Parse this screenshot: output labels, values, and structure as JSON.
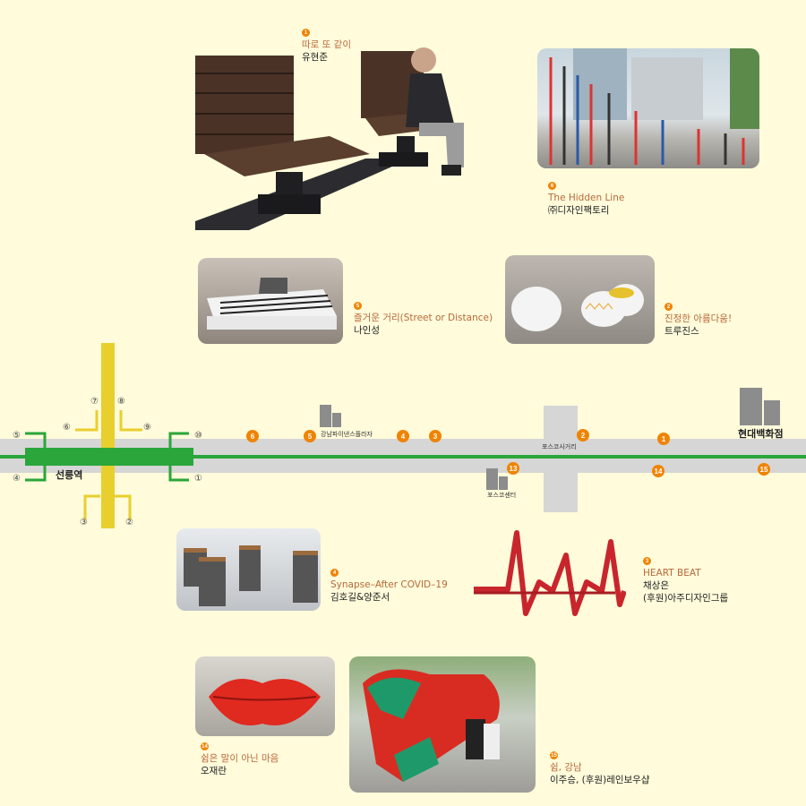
{
  "colors": {
    "background": "#fffbdb",
    "road": "#d6d6d6",
    "line2": "#2aa63a",
    "bundang": "#e8cf2e",
    "marker": "#f08300",
    "title": "#b8693a"
  },
  "station": {
    "name": "선릉역",
    "exits": [
      "①",
      "②",
      "③",
      "④",
      "⑤",
      "⑥",
      "⑦",
      "⑧",
      "⑨",
      "⑩"
    ]
  },
  "landmarks": {
    "gangnam_finance": "강남파이낸스플라자",
    "posco_crossroad": "포스코사거리",
    "posco_center": "포스코센터",
    "hyundai": "현대백화점"
  },
  "markers": [
    "6",
    "5",
    "4",
    "3",
    "2",
    "1",
    "13",
    "14",
    "15"
  ],
  "artworks": [
    {
      "num": "1",
      "title": "따로 또 같이",
      "artist": "유현준"
    },
    {
      "num": "6",
      "title": "The Hidden Line",
      "artist": "㈜디자인팩토리"
    },
    {
      "num": "5",
      "title": "즐거운 거리(Street or Distance)",
      "artist": "나인성"
    },
    {
      "num": "2",
      "title": "진정한 아름다움!",
      "artist": "트루진스"
    },
    {
      "num": "4",
      "title": "Synapse–After COVID–19",
      "artist": "김호길&양준서"
    },
    {
      "num": "3",
      "title": "HEART BEAT",
      "artist": "채상은",
      "sponsor": "(후원)아주디자인그룹"
    },
    {
      "num": "14",
      "title": "쉼은 말이 아닌 마음",
      "artist": "오재란"
    },
    {
      "num": "15",
      "title": "쉼, 강남",
      "artist": "이주승, (후원)레인보우샵"
    }
  ]
}
